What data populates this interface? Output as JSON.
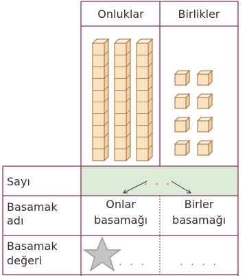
{
  "table": {
    "headers": {
      "tens": "Onluklar",
      "ones": "Birlikler"
    },
    "rows": {
      "number": {
        "label": "Sayı",
        "value": ". . ."
      },
      "place_name": {
        "label_line1": "Basamak",
        "label_line2": "adı",
        "tens_line1": "Onlar",
        "tens_line2": "basamağı",
        "ones_line1": "Birler",
        "ones_line2": "basamağı"
      },
      "place_value": {
        "label_line1": "Basamak",
        "label_line2": "değeri",
        "tens_value": ". . .",
        "ones_value": ". . . ."
      }
    }
  },
  "blocks": {
    "tens_rods": 3,
    "ones_cubes": 8,
    "rod_units": 10
  },
  "colors": {
    "border": "#8b2f4b",
    "number_row_fill": "#dcecd8",
    "block_fill": "#fbe3c2",
    "block_stroke": "#9c6a3a",
    "dots": "#e8505b",
    "star": "#b8b8b8"
  },
  "icons": {
    "placeholder": "star-icon",
    "arrows": "arrow-icon"
  }
}
